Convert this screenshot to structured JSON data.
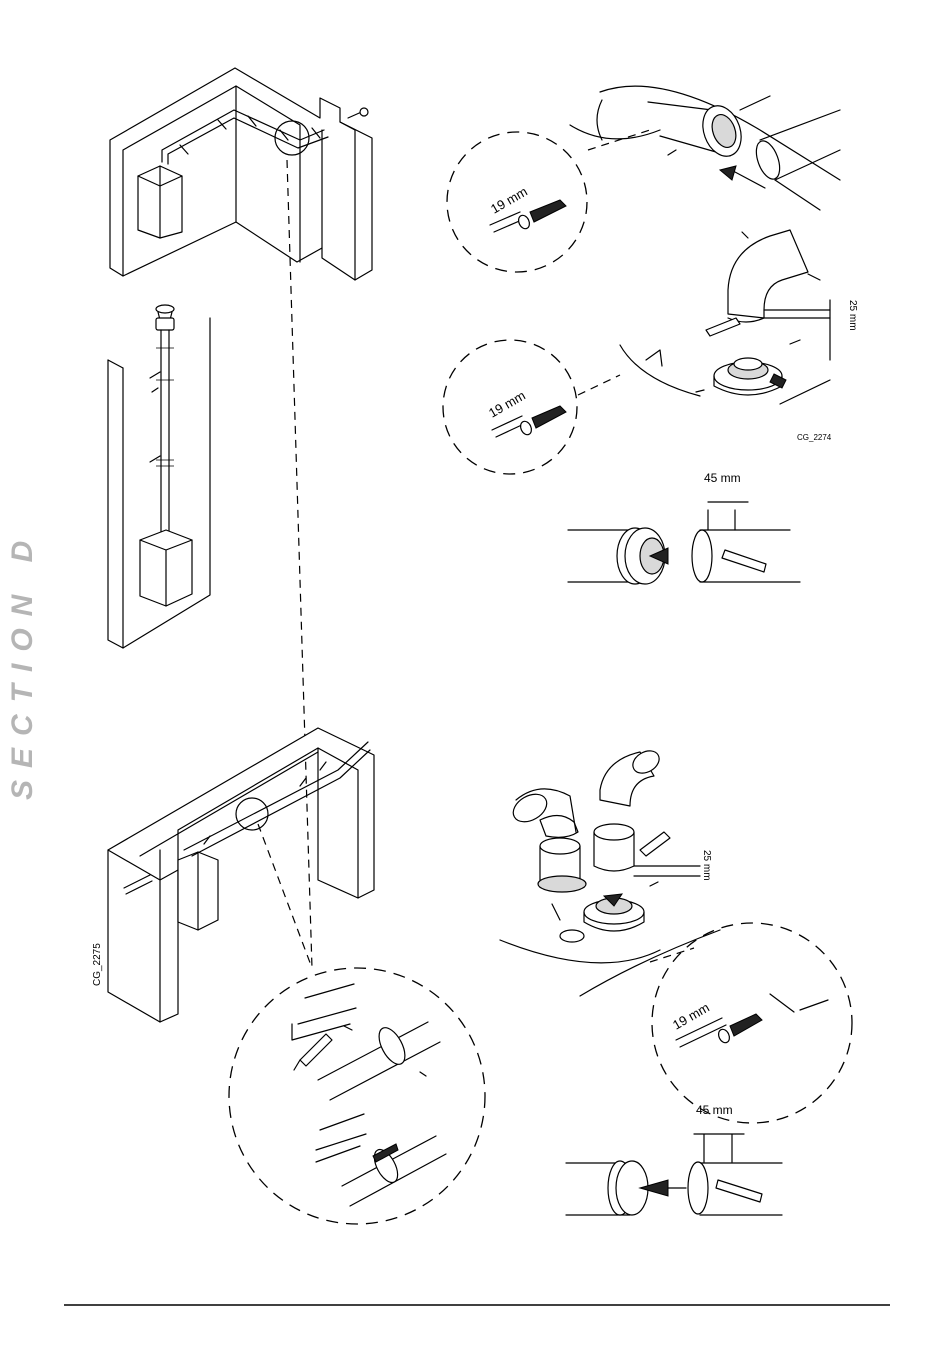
{
  "section_label": "SECTION D",
  "figure_codes": {
    "left": "CG_2275",
    "right": "CG_2274"
  },
  "dimensions": {
    "screw_length_a": "19 mm",
    "screw_length_b": "19 mm",
    "screw_length_c": "19 mm",
    "insertion_offset_a": "25 mm",
    "insertion_offset_b": "25 mm",
    "cut_length_a": "45 mm",
    "cut_length_b": "45 mm"
  }
}
